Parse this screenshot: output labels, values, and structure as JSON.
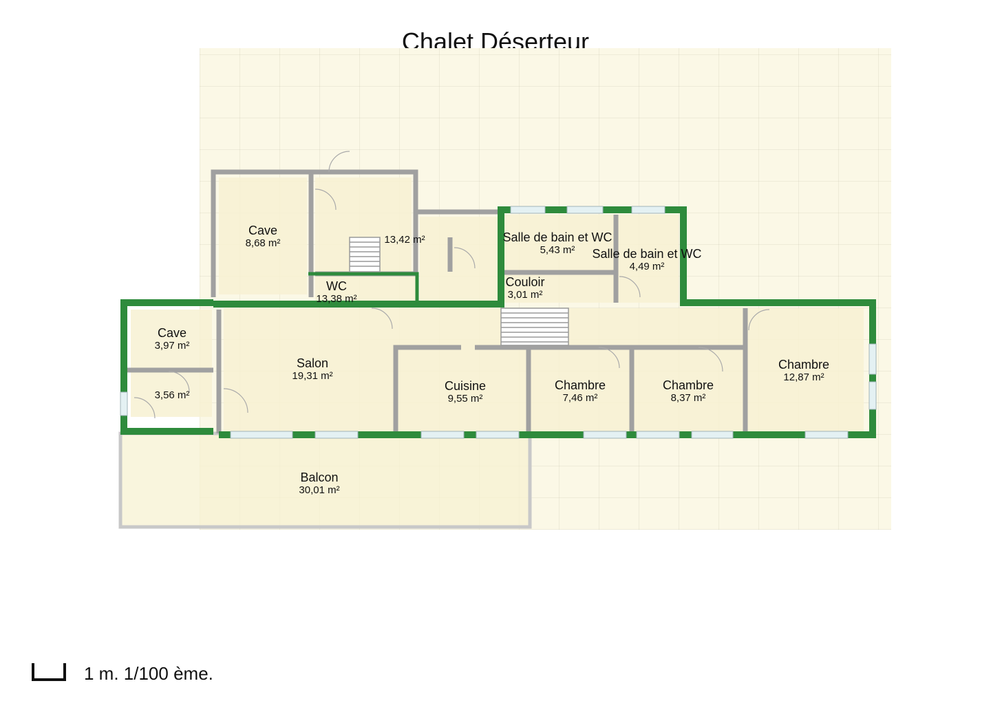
{
  "title": "Chalet Déserteur",
  "scale": "1 m. 1/100 ème.",
  "colors": {
    "wall_green": "#2e8b3c",
    "wall_grey": "#a0a0a0",
    "floor": "#f7f1d2",
    "window": "#dfeef2"
  },
  "rooms": {
    "cave_top": {
      "name": "Cave",
      "area": "8,68 m²"
    },
    "stair_room": {
      "name": "",
      "area": "13,42 m²"
    },
    "bath1": {
      "name": "Salle de bain et WC",
      "area": "5,43 m²"
    },
    "bath2": {
      "name": "Salle de bain et WC",
      "area": "4,49 m²"
    },
    "wc": {
      "name": "WC",
      "area": "13,38 m²"
    },
    "couloir": {
      "name": "Couloir",
      "area": "3,01 m²"
    },
    "cave_left": {
      "name": "Cave",
      "area": "3,97 m²"
    },
    "small_left": {
      "name": "",
      "area": "3,56 m²"
    },
    "salon": {
      "name": "Salon",
      "area": "19,31 m²"
    },
    "cuisine": {
      "name": "Cuisine",
      "area": "9,55 m²"
    },
    "chambre1": {
      "name": "Chambre",
      "area": "7,46 m²"
    },
    "chambre2": {
      "name": "Chambre",
      "area": "8,37 m²"
    },
    "chambre3": {
      "name": "Chambre",
      "area": "12,87 m²"
    },
    "balcon": {
      "name": "Balcon",
      "area": "30,01 m²"
    }
  }
}
